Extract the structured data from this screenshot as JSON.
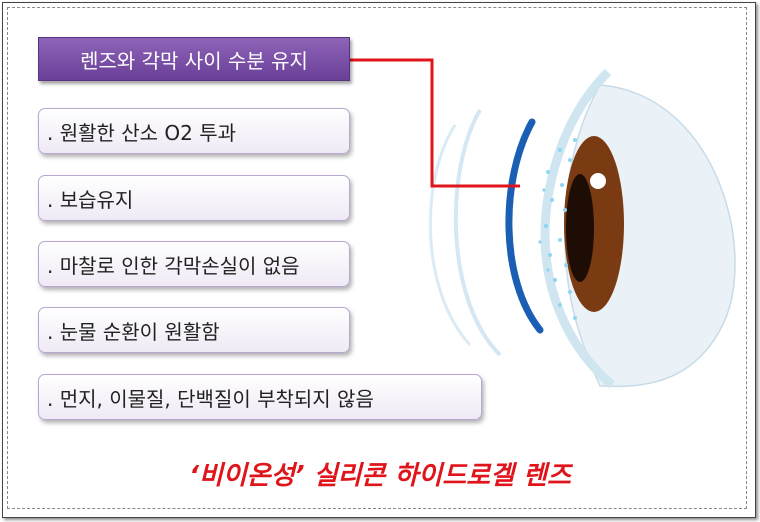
{
  "title_box": {
    "label": "렌즈와 각막 사이 수분 유지"
  },
  "items": [
    ". 원활한 산소 O2 투과",
    ". 보습유지",
    ". 마찰로 인한 각막손실이 없음",
    ". 눈물 순환이 원활함",
    ". 먼지, 이물질, 단백질이 부착되지 않음"
  ],
  "caption": "‘비이온성’ 실리콘 하이드로겔 렌즈",
  "colors": {
    "title_fill": "#7b4fa8",
    "connector": "#e0141b",
    "lens": "#1a5fb4",
    "iris": "#7a3a12",
    "caption": "#e0141b"
  }
}
